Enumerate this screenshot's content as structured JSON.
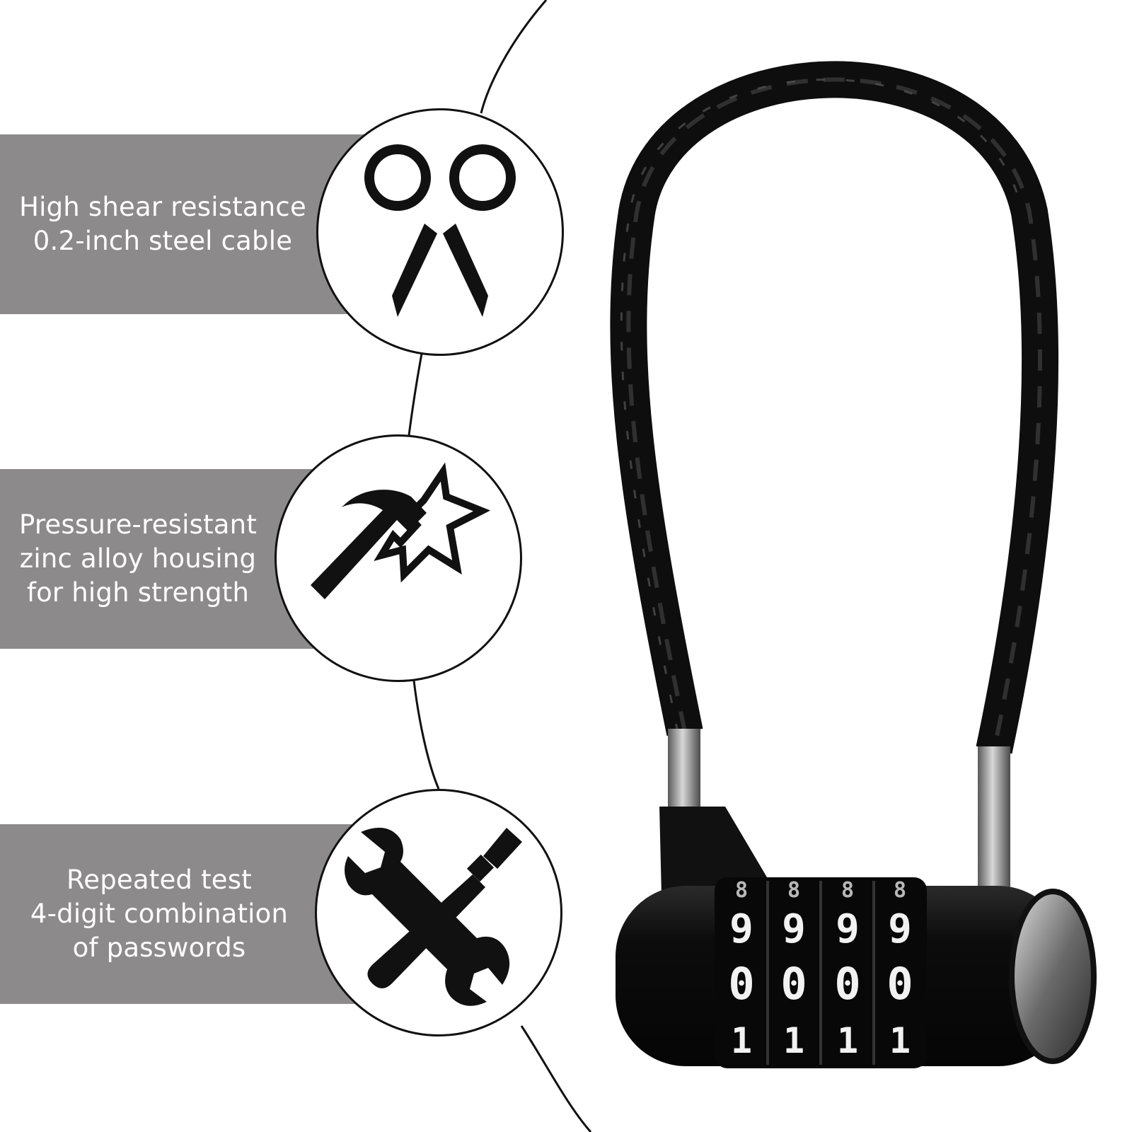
{
  "features": [
    {
      "text": "High shear resistance\n0.2-inch steel cable",
      "icon": "scissors-icon"
    },
    {
      "text": "Pressure-resistant\nzinc alloy housing\nfor high strength",
      "icon": "hammer-impact-icon"
    },
    {
      "text": "Repeated test\n4-digit combination\nof passwords",
      "icon": "wrench-screwdriver-icon"
    }
  ],
  "lock": {
    "dial_rows": [
      [
        "8",
        "8",
        "8",
        "8"
      ],
      [
        "9",
        "9",
        "9",
        "9"
      ],
      [
        "0",
        "0",
        "0",
        "0"
      ],
      [
        "1",
        "1",
        "1",
        "1"
      ]
    ]
  },
  "colors": {
    "band": "#8c8a8a",
    "ink": "#111111",
    "lock_body": "#0c0c0c",
    "chrome": "#9a9a9a"
  }
}
